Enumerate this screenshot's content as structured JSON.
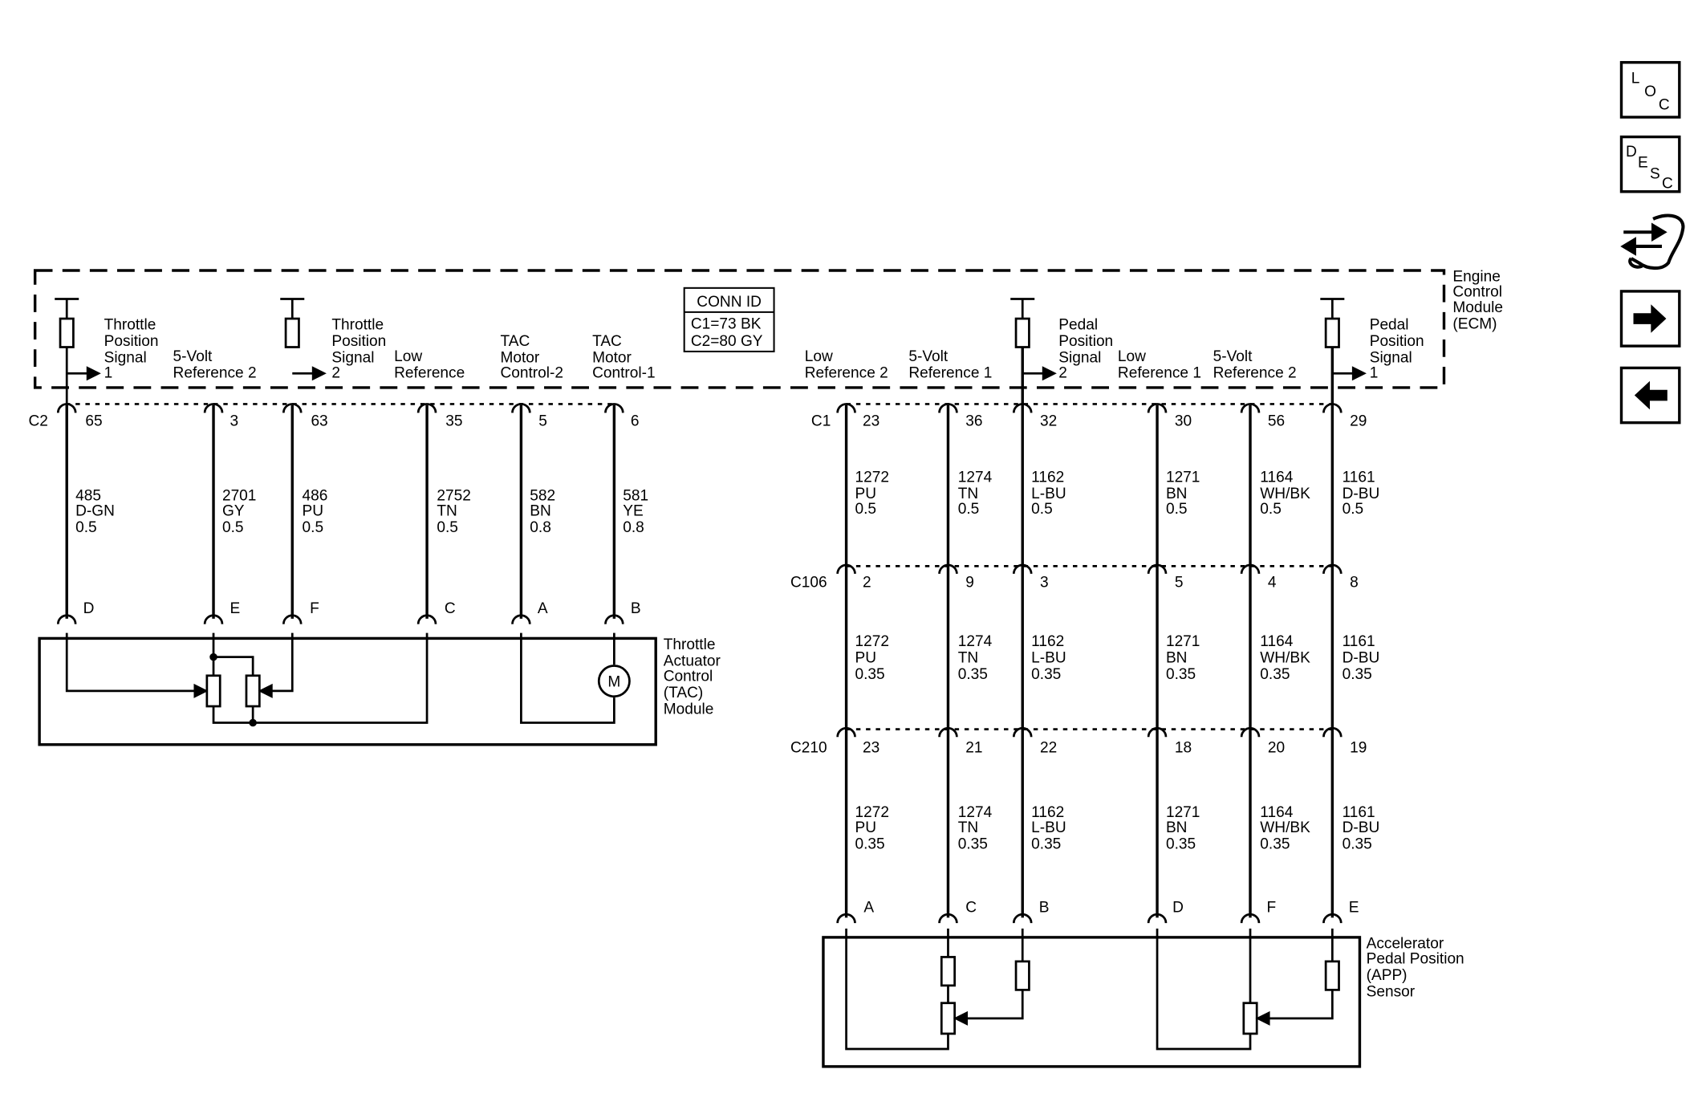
{
  "module": {
    "label": [
      "Engine",
      "Control",
      "Module",
      "(ECM)"
    ],
    "conn_id": {
      "title": "CONN ID",
      "lines": [
        "C1=73 BK",
        "C2=80 GY"
      ]
    }
  },
  "connectors": {
    "c2": "C2",
    "c1": "C1",
    "c106": "C106",
    "c210": "C210"
  },
  "tac_circuits": [
    {
      "name": [
        "Throttle",
        "Position",
        "Signal",
        "1"
      ],
      "c2_pin": "65",
      "wire": [
        "485",
        "D-GN",
        "0.5"
      ],
      "tac_pin": "D"
    },
    {
      "name": [
        "5-Volt",
        "Reference 2"
      ],
      "c2_pin": "3",
      "wire": [
        "2701",
        "GY",
        "0.5"
      ],
      "tac_pin": "E"
    },
    {
      "name": [
        "Throttle",
        "Position",
        "Signal",
        "2"
      ],
      "c2_pin": "63",
      "wire": [
        "486",
        "PU",
        "0.5"
      ],
      "tac_pin": "F"
    },
    {
      "name": [
        "Low",
        "Reference"
      ],
      "c2_pin": "35",
      "wire": [
        "2752",
        "TN",
        "0.5"
      ],
      "tac_pin": "C"
    },
    {
      "name": [
        "TAC",
        "Motor",
        "Control-2"
      ],
      "c2_pin": "5",
      "wire": [
        "582",
        "BN",
        "0.8"
      ],
      "tac_pin": "A"
    },
    {
      "name": [
        "TAC",
        "Motor",
        "Control-1"
      ],
      "c2_pin": "6",
      "wire": [
        "581",
        "YE",
        "0.8"
      ],
      "tac_pin": "B"
    }
  ],
  "tac_module": {
    "label": [
      "Throttle",
      "Actuator",
      "Control",
      "(TAC)",
      "Module"
    ],
    "motor": "M"
  },
  "app_circuits": [
    {
      "name": [
        "Low",
        "Reference 2"
      ],
      "c1_pin": "23",
      "c106_pin": "2",
      "c210_pin": "23",
      "app_pin": "A",
      "wire1": [
        "1272",
        "PU",
        "0.5"
      ],
      "wire2": [
        "1272",
        "PU",
        "0.35"
      ],
      "wire3": [
        "1272",
        "PU",
        "0.35"
      ]
    },
    {
      "name": [
        "5-Volt",
        "Reference 1"
      ],
      "c1_pin": "36",
      "c106_pin": "9",
      "c210_pin": "21",
      "app_pin": "C",
      "wire1": [
        "1274",
        "TN",
        "0.5"
      ],
      "wire2": [
        "1274",
        "TN",
        "0.35"
      ],
      "wire3": [
        "1274",
        "TN",
        "0.35"
      ]
    },
    {
      "name": [
        "Pedal",
        "Position",
        "Signal",
        "2"
      ],
      "c1_pin": "32",
      "c106_pin": "3",
      "c210_pin": "22",
      "app_pin": "B",
      "wire1": [
        "1162",
        "L-BU",
        "0.5"
      ],
      "wire2": [
        "1162",
        "L-BU",
        "0.35"
      ],
      "wire3": [
        "1162",
        "L-BU",
        "0.35"
      ]
    },
    {
      "name": [
        "Low",
        "Reference 1"
      ],
      "c1_pin": "30",
      "c106_pin": "5",
      "c210_pin": "18",
      "app_pin": "D",
      "wire1": [
        "1271",
        "BN",
        "0.5"
      ],
      "wire2": [
        "1271",
        "BN",
        "0.35"
      ],
      "wire3": [
        "1271",
        "BN",
        "0.35"
      ]
    },
    {
      "name": [
        "5-Volt",
        "Reference 2"
      ],
      "c1_pin": "56",
      "c106_pin": "4",
      "c210_pin": "20",
      "app_pin": "F",
      "wire1": [
        "1164",
        "WH/BK",
        "0.5"
      ],
      "wire2": [
        "1164",
        "WH/BK",
        "0.35"
      ],
      "wire3": [
        "1164",
        "WH/BK",
        "0.35"
      ]
    },
    {
      "name": [
        "Pedal",
        "Position",
        "Signal",
        "1"
      ],
      "c1_pin": "29",
      "c106_pin": "8",
      "c210_pin": "19",
      "app_pin": "E",
      "wire1": [
        "1161",
        "D-BU",
        "0.5"
      ],
      "wire2": [
        "1161",
        "D-BU",
        "0.35"
      ],
      "wire3": [
        "1161",
        "D-BU",
        "0.35"
      ]
    }
  ],
  "app_sensor": {
    "label": [
      "Accelerator",
      "Pedal Position",
      "(APP)",
      "Sensor"
    ]
  },
  "nav": {
    "loc": [
      "L",
      "O",
      "C"
    ],
    "desc": [
      "D",
      "E",
      "S",
      "C"
    ],
    "icons": [
      "loc-icon",
      "desc-icon",
      "connector-hand-icon",
      "arrow-right-icon",
      "arrow-left-icon"
    ]
  }
}
